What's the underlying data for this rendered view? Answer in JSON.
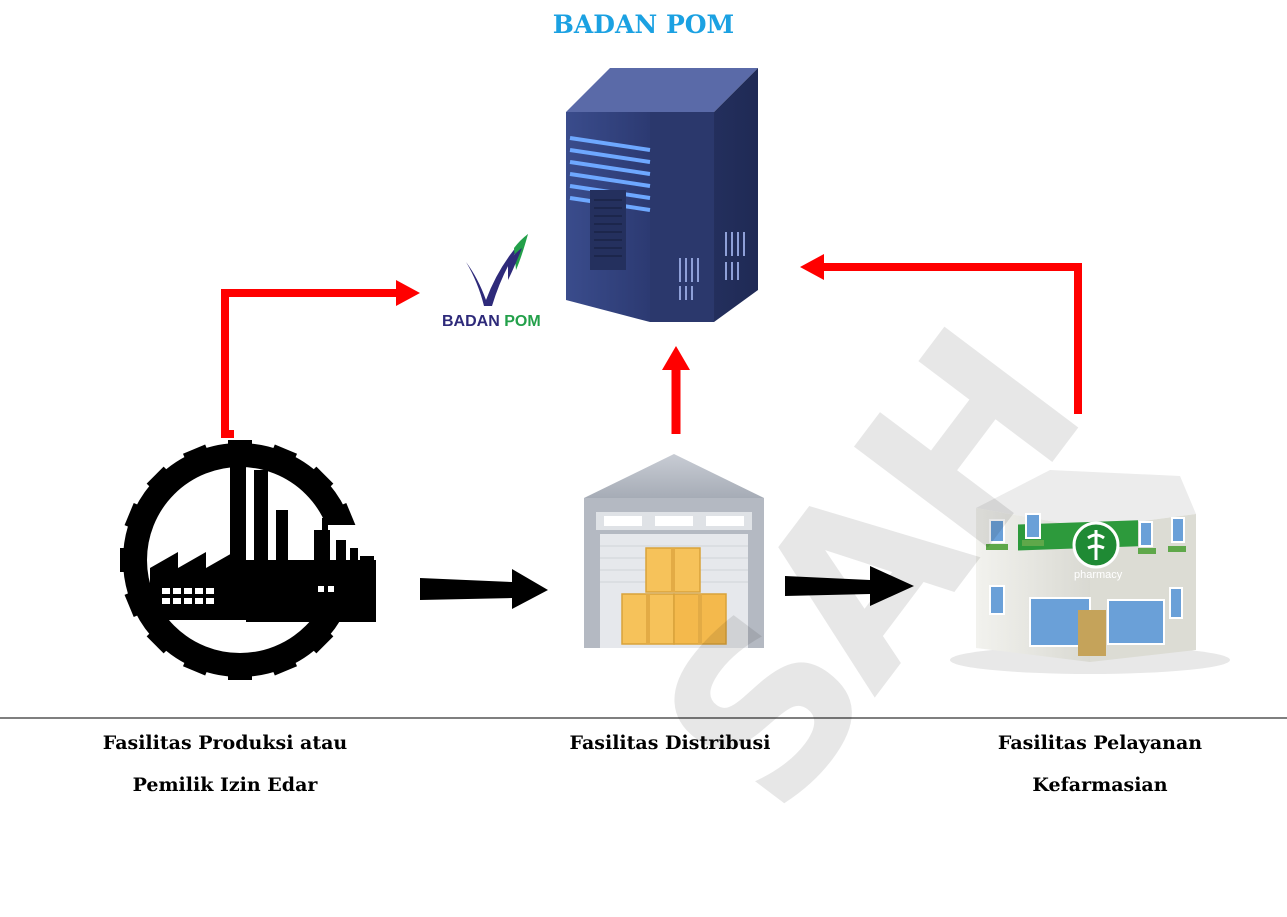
{
  "header": {
    "title": "BADAN POM",
    "title_color": "#1ba1e2"
  },
  "logo": {
    "text_part1": "BADAN ",
    "text_part2": "POM",
    "color_part1": "#2e2a7a",
    "color_part2": "#23a04a"
  },
  "watermark": {
    "text": "SAH"
  },
  "nodes": {
    "production": {
      "label_line1": "Fasilitas Produksi atau",
      "label_line2": "Pemilik Izin Edar",
      "icon": "factory-gear-icon"
    },
    "distribution": {
      "label_line1": "Fasilitas Distribusi",
      "icon": "warehouse-icon"
    },
    "pharmacy": {
      "label_line1": "Fasilitas Pelayanan",
      "label_line2": "Kefarmasian",
      "icon": "pharmacy-building-icon",
      "sign_text": "pharmacy"
    },
    "server": {
      "icon": "server-icon"
    }
  },
  "colors": {
    "report_arrow": "#ff0000",
    "flow_arrow": "#000000",
    "server_body": "#2f3f7a",
    "server_light": "#6ea8ff"
  }
}
